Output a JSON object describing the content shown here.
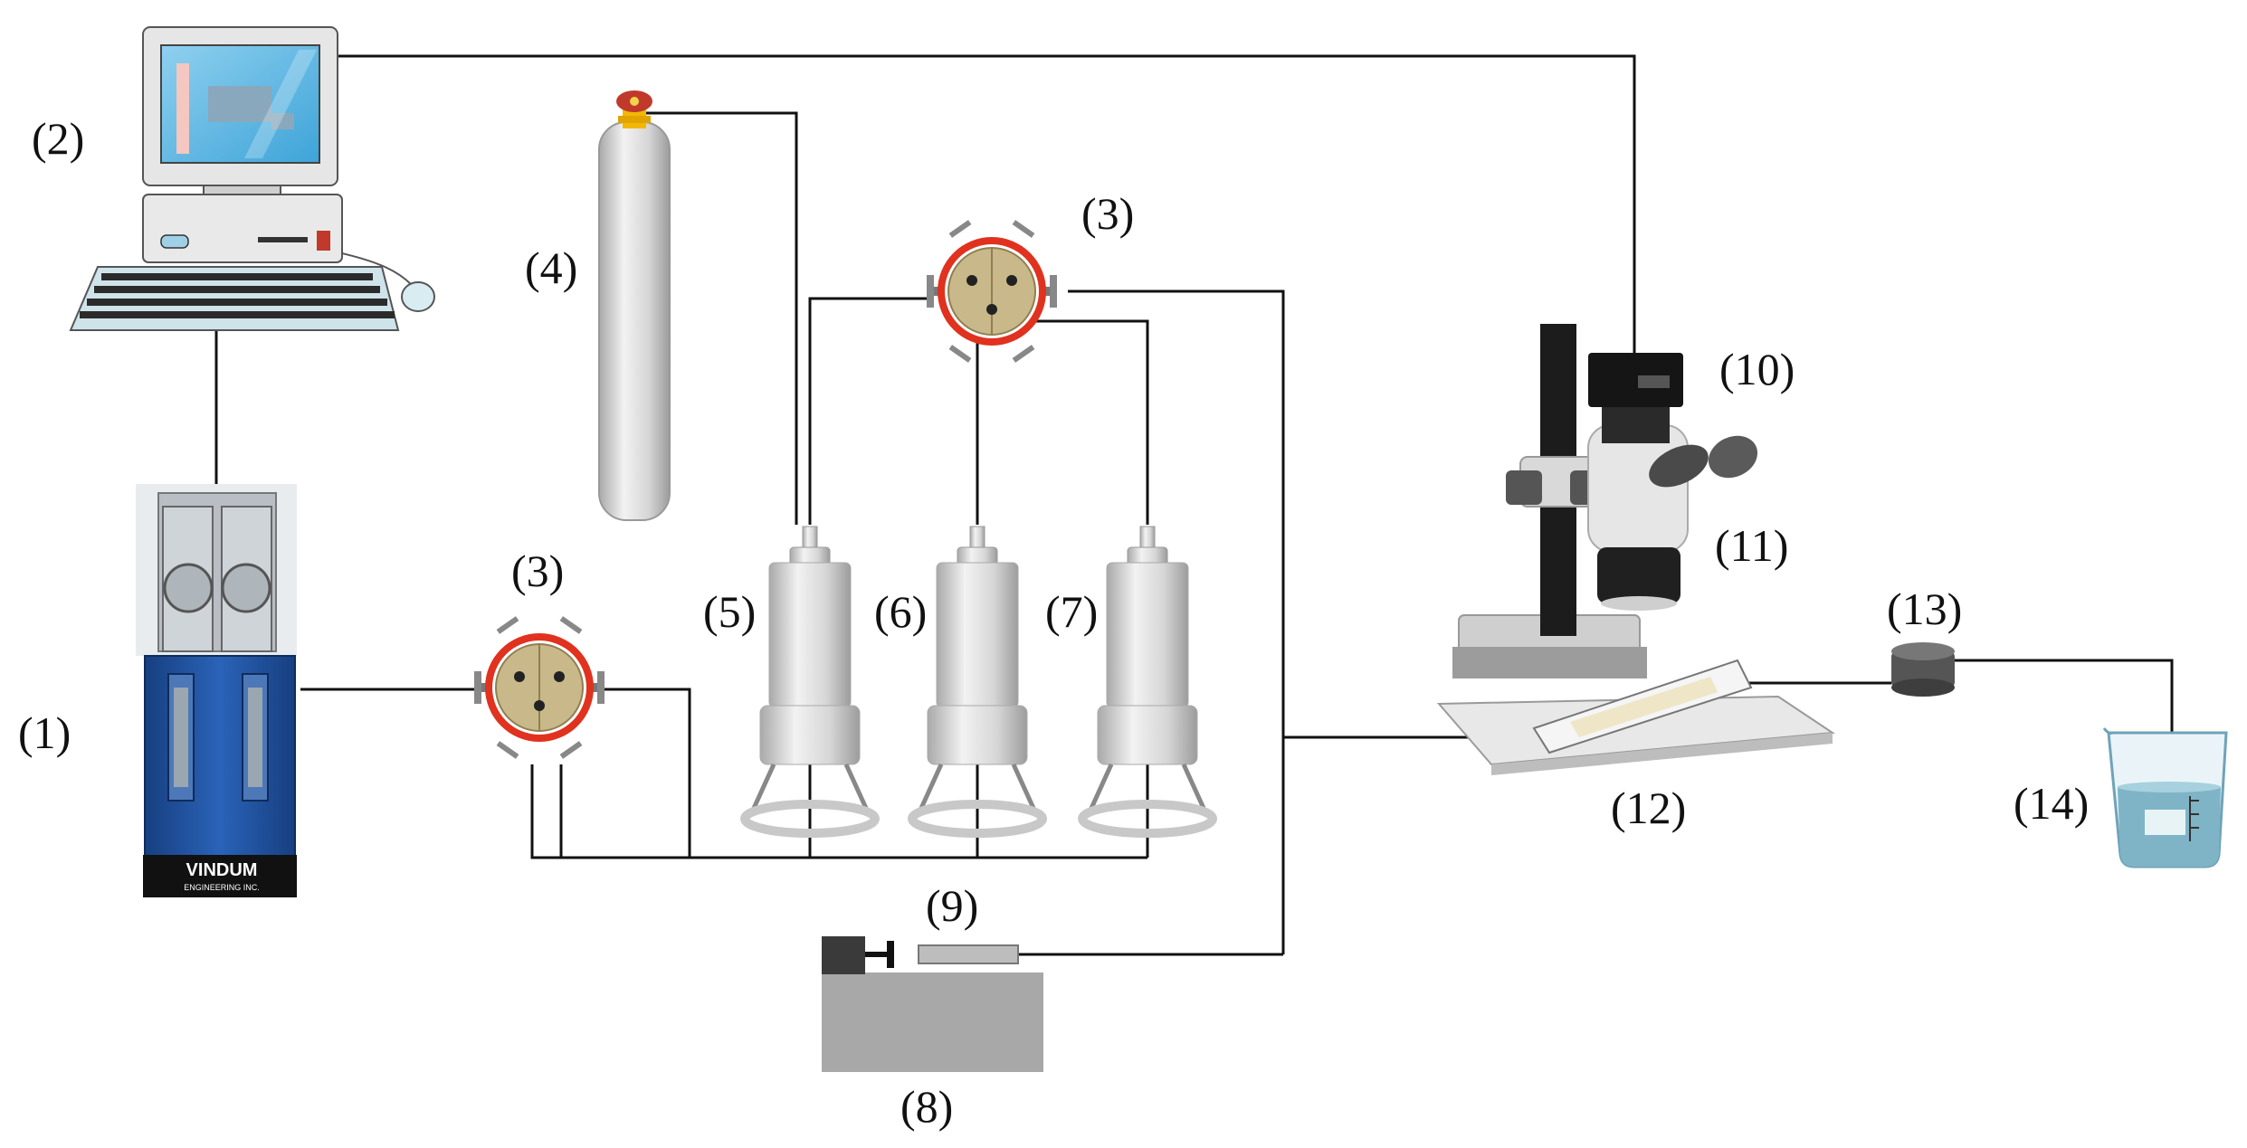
{
  "labels": {
    "l1": "(1)",
    "l2": "(2)",
    "l3a": "(3)",
    "l3b": "(3)",
    "l4": "(4)",
    "l5": "(5)",
    "l6": "(6)",
    "l7": "(7)",
    "l8": "(8)",
    "l9": "(9)",
    "l10": "(10)",
    "l11": "(11)",
    "l12": "(12)",
    "l13": "(13)",
    "l14": "(14)"
  },
  "pump_brand": {
    "line1": "VINDUM",
    "line2": "ENGINEERING INC."
  },
  "colors": {
    "wire": "#111111",
    "pump_blue": "#1d4f9c",
    "valve_red": "#e0321e",
    "valve_brass": "#c9b98a",
    "steel": "#c8c8c8",
    "beaker_liquid": "#7fb4c6"
  }
}
